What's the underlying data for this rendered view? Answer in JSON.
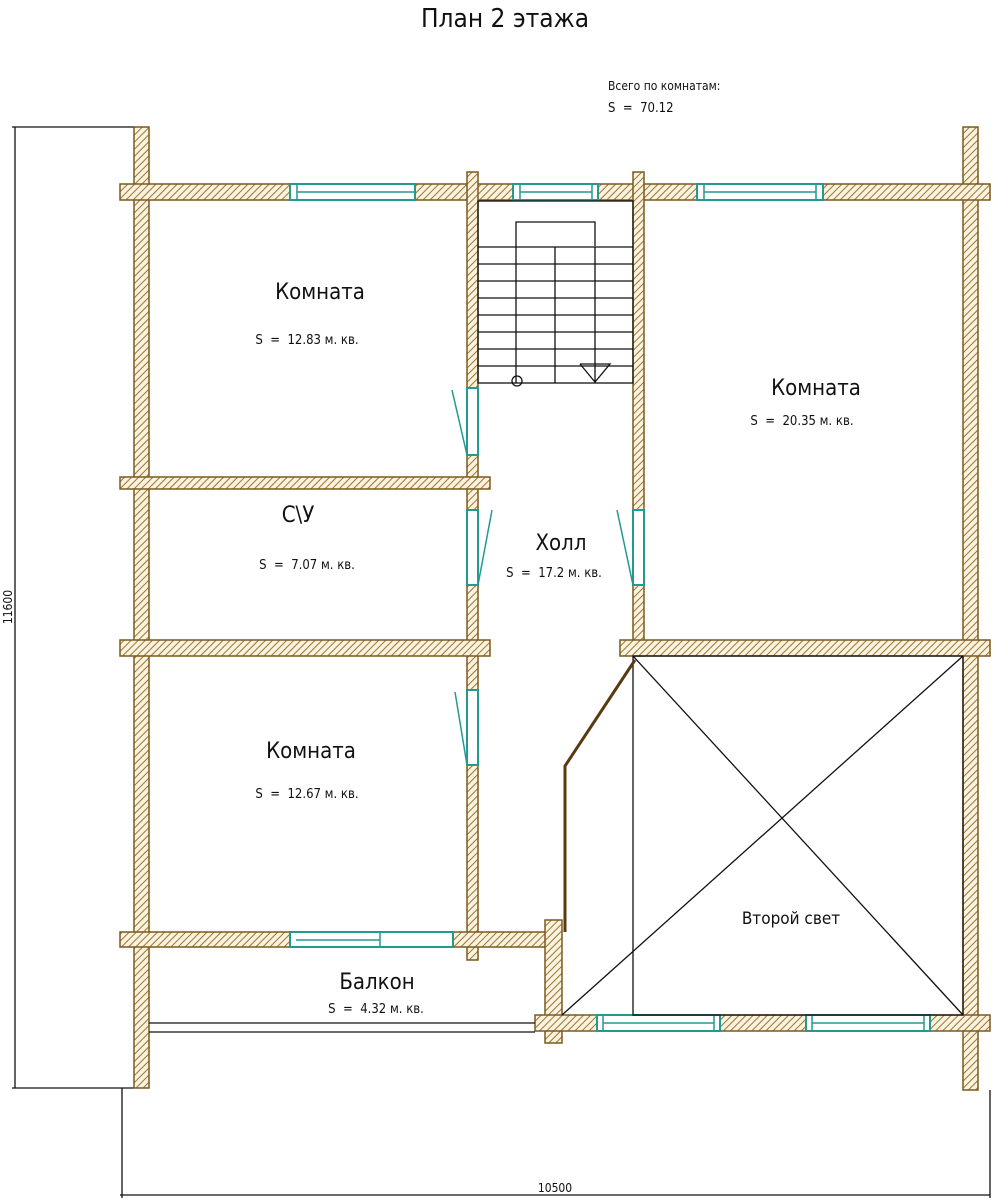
{
  "title": "План 2 этажа",
  "summary": {
    "label": "Всего по комнатам:",
    "area": "S  =  70.12"
  },
  "rooms": [
    {
      "name": "Комната",
      "area": "S  =  12.83 м. кв."
    },
    {
      "name": "Комната",
      "area": "S  =  20.35 м. кв."
    },
    {
      "name": "С\\У",
      "area": "S  =  7.07 м. кв."
    },
    {
      "name": "Холл",
      "area": "S  =  17.2 м. кв."
    },
    {
      "name": "Комната",
      "area": "S  =  12.67 м. кв."
    },
    {
      "name": "Второй свет",
      "area": ""
    },
    {
      "name": "Балкон",
      "area": "S  =  4.32 м. кв."
    }
  ],
  "dimensions": {
    "height": "11600",
    "width": "10500"
  },
  "colors": {
    "wall": "#7a5a1e",
    "window": "#23998f"
  }
}
